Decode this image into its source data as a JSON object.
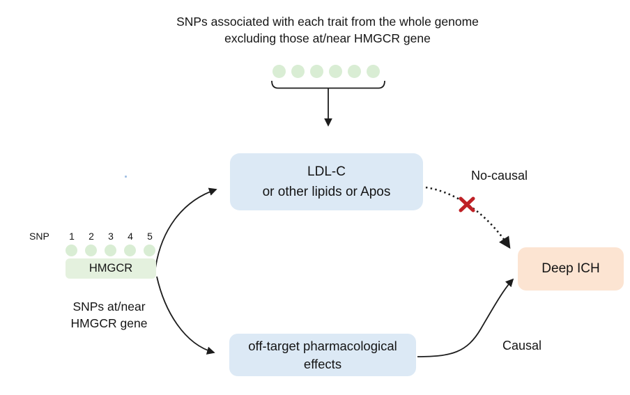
{
  "title": {
    "line1": "SNPs associated with each trait from the whole genome",
    "line2": "excluding those at/near HMGCR gene"
  },
  "genome_snps": {
    "dot_count": 6,
    "description": "SNP dots grouped by bracket feeding down-arrow"
  },
  "gene_cluster": {
    "snp_label": "SNP",
    "numbers": [
      "1",
      "2",
      "3",
      "4",
      "5"
    ],
    "gene_box_label": "HMGCR",
    "caption_line1": "SNPs at/near",
    "caption_line2": "HMGCR gene"
  },
  "nodes": {
    "exposure": {
      "line1": "LDL-C",
      "line2": "or other lipids or Apos"
    },
    "off_target": {
      "line1": "off-target pharmacological",
      "line2": "effects"
    },
    "outcome": {
      "label": "Deep ICH"
    }
  },
  "edge_labels": {
    "no_causal": "No-causal",
    "causal": "Causal"
  },
  "colors": {
    "snp_dot_green": "#d9edd4",
    "gene_box_green": "#e4f1de",
    "node_blue": "#dce9f5",
    "outcome_peach": "#fce4d2",
    "cross_red": "#bf2126",
    "arrow_black": "#1c1c1c"
  }
}
